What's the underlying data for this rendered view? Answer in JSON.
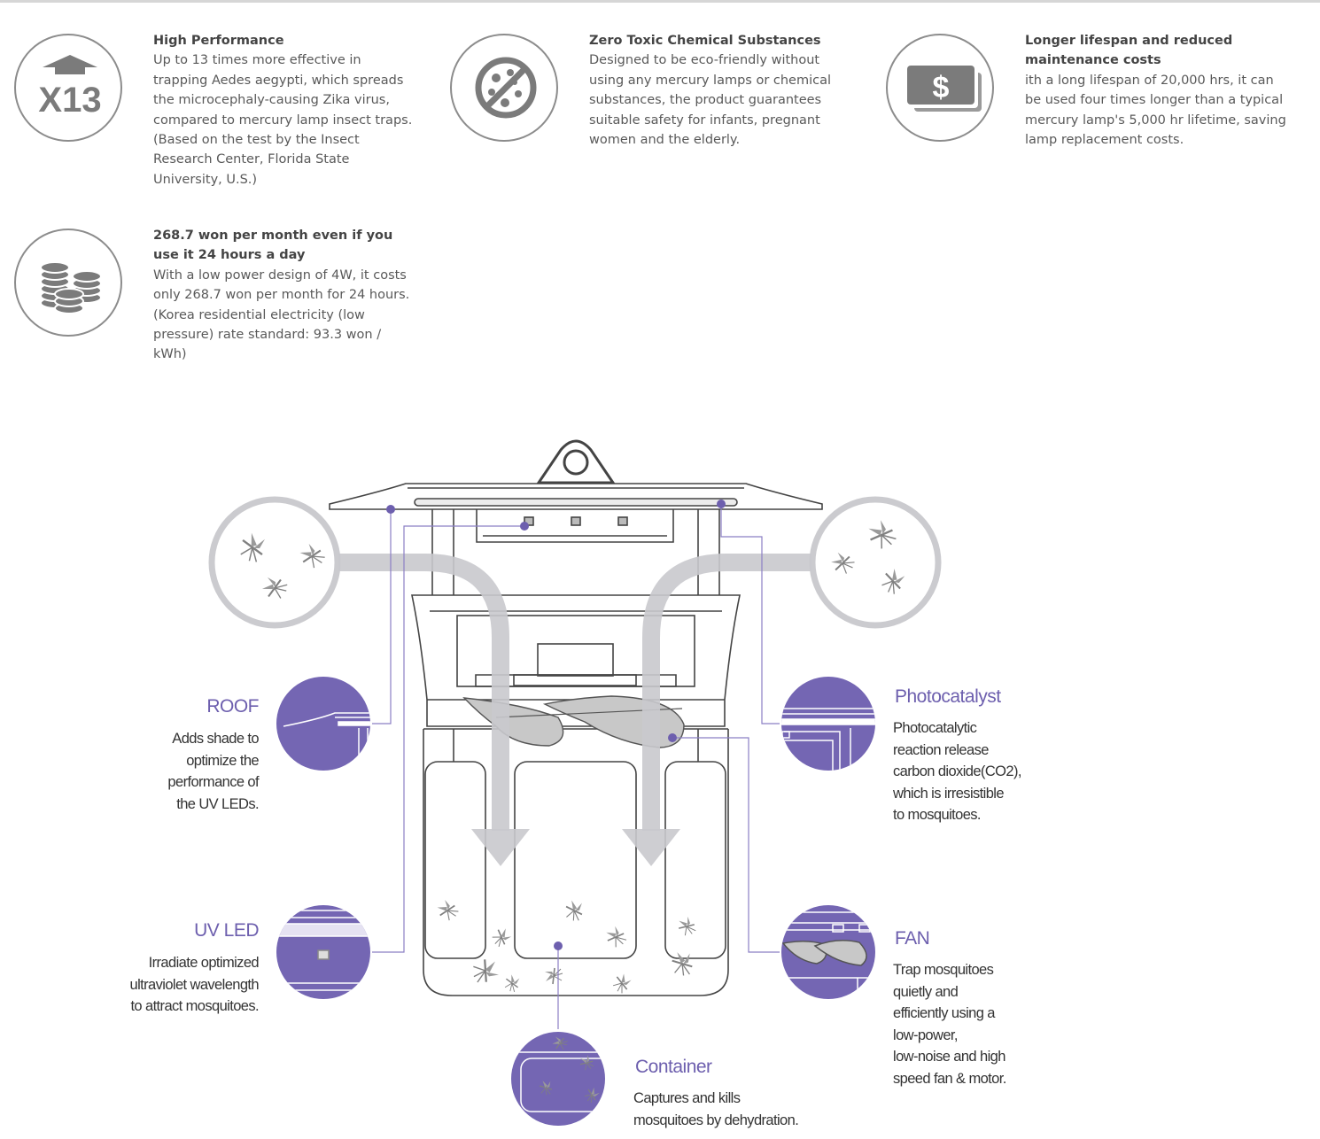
{
  "features": [
    {
      "id": "high-performance",
      "icon": "x13-upgrade-icon",
      "icon_label": "X13",
      "title": "High Performance",
      "body": "Up to 13 times more effective in trapping Aedes aegypti, which spreads the microcephaly-causing Zika virus, compared to mercury lamp insect traps. (Based on the test by the Insect Research Center, Florida State University, U.S.)"
    },
    {
      "id": "zero-toxic",
      "icon": "no-chemicals-icon",
      "title": "Zero Toxic Chemical Substances",
      "body": "Designed to be eco-friendly without using any mercury lamps or chemical substances, the product guarantees suitable safety for infants, pregnant women and the elderly."
    },
    {
      "id": "longer-lifespan",
      "icon": "dollar-bills-icon",
      "icon_label": "$",
      "title": "Longer lifespan and reduced maintenance costs",
      "body": "ith a long lifespan of 20,000 hrs, it can be used four times longer than a typical mercury lamp's 5,000 hr lifetime, saving lamp replacement costs."
    },
    {
      "id": "low-cost",
      "icon": "coin-stacks-icon",
      "title": "268.7 won per month even if you use it 24 hours a day",
      "body": "With a low power design of 4W, it costs only 268.7 won per month for 24 hours. (Korea residential electricity (low pressure) rate standard: 93.3 won / kWh)"
    }
  ],
  "diagram": {
    "accent_color": "#7466b3",
    "arrow_color": "#c9c9cd",
    "parts": [
      {
        "id": "roof",
        "title": "ROOF",
        "description": [
          "Adds shade to",
          "optimize the",
          "performance of",
          "the UV LEDs."
        ]
      },
      {
        "id": "uv-led",
        "title": "UV LED",
        "description": [
          "Irradiate optimized",
          "ultraviolet wavelength",
          "to attract mosquitoes."
        ]
      },
      {
        "id": "photocatalyst",
        "title": "Photocatalyst",
        "description": [
          "Photocatalytic",
          "reaction release",
          "carbon dioxide(CO2),",
          "which is irresistible",
          "to mosquitoes."
        ]
      },
      {
        "id": "fan",
        "title": "FAN",
        "description": [
          "Trap mosquitoes",
          "quietly and",
          "efficiently using a",
          "low-power,",
          "low-noise and high",
          "speed fan & motor."
        ]
      },
      {
        "id": "container",
        "title": "Container",
        "description": [
          "Captures and kills",
          "mosquitoes by dehydration."
        ]
      }
    ]
  }
}
